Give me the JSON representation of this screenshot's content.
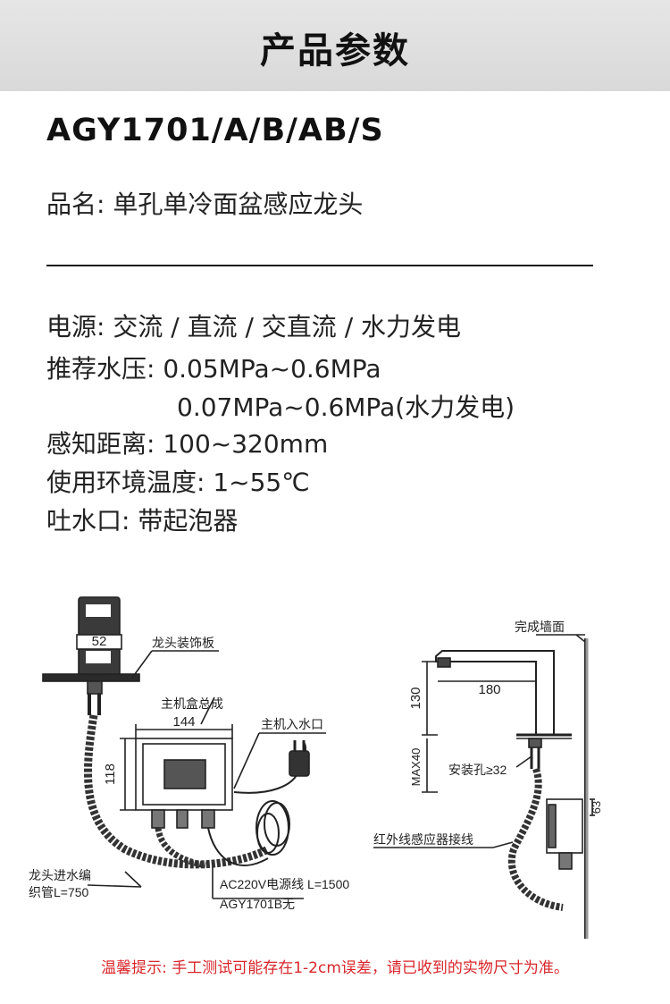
{
  "header": {
    "title": "产品参数"
  },
  "model": "AGY1701/A/B/AB/S",
  "product_name": "品名: 单孔单冷面盆感应龙头",
  "specs": {
    "power": "电源: 交流 / 直流 / 交直流 / 水力发电",
    "pressure_1": "推荐水压: 0.05MPa~0.6MPa",
    "pressure_2": "0.07MPa~0.6MPa(水力发电)",
    "distance": "感知距离: 100~320mm",
    "temperature": "使用环境温度: 1~55℃",
    "outlet": "吐水口: 带起泡器"
  },
  "diagram_labels": {
    "dim_52": "52",
    "faucet_plate": "龙头装饰板",
    "control_box": "主机盒总成",
    "dim_144": "144",
    "water_inlet": "主机入水口",
    "dim_118": "118",
    "hose": "龙头进水编",
    "hose_2": "织管L=750",
    "power_cable": "AC220V电源线 L=1500",
    "power_cable_2": "AGY1701B无",
    "wall": "完成墙面",
    "dim_130": "130",
    "dim_180": "180",
    "max40": "MAX40",
    "hole": "安装孔≥32",
    "dim_63": "63",
    "sensor_cable": "红外线感应器接线"
  },
  "tip": "温馨提示: 手工测试可能存在1-2cm误差，请已收到的实物尺寸为准。"
}
